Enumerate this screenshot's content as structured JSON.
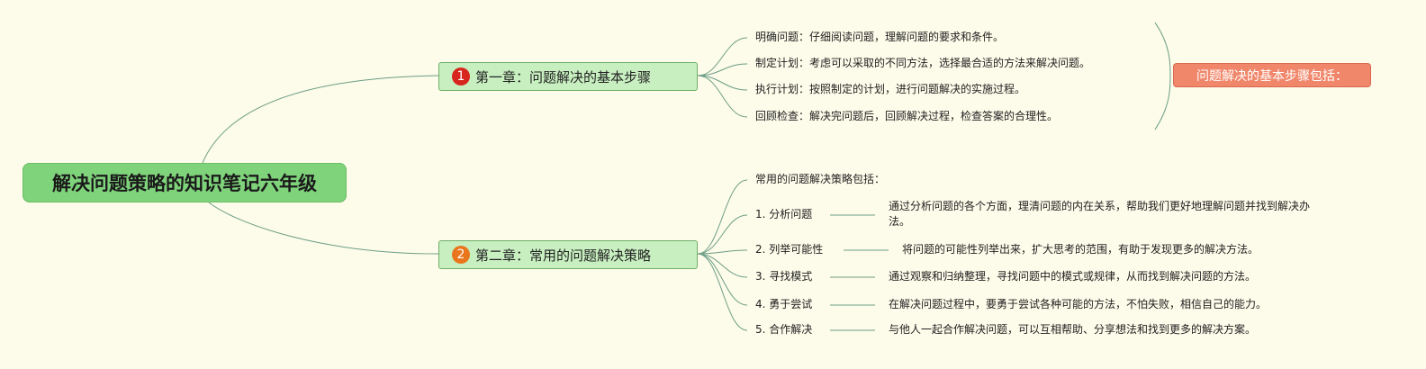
{
  "root": {
    "title": "解决问题策略的知识笔记六年级"
  },
  "chapter1": {
    "number": "1",
    "title": "第一章：问题解决的基本步骤",
    "items": [
      "明确问题：仔细阅读问题，理解问题的要求和条件。",
      "制定计划：考虑可以采取的不同方法，选择最合适的方法来解决问题。",
      "执行计划：按照制定的计划，进行问题解决的实施过程。",
      "回顾检查：解决完问题后，回顾解决过程，检查答案的合理性。"
    ],
    "summary": "问题解决的基本步骤包括："
  },
  "chapter2": {
    "number": "2",
    "title": "第二章：常用的问题解决策略",
    "intro": "常用的问题解决策略包括：",
    "strategies": [
      {
        "name": "1. 分析问题",
        "desc": "通过分析问题的各个方面，理清问题的内在关系，帮助我们更好地理解问题并找到解决办法。"
      },
      {
        "name": "2. 列举可能性",
        "desc": "将问题的可能性列举出来，扩大思考的范围，有助于发现更多的解决方法。"
      },
      {
        "name": "3. 寻找模式",
        "desc": "通过观察和归纳整理，寻找问题中的模式或规律，从而找到解决问题的方法。"
      },
      {
        "name": "4. 勇于尝试",
        "desc": "在解决问题过程中，要勇于尝试各种可能的方法，不怕失败，相信自己的能力。"
      },
      {
        "name": "5. 合作解决",
        "desc": "与他人一起合作解决问题，可以互相帮助、分享想法和找到更多的解决方案。"
      }
    ]
  }
}
